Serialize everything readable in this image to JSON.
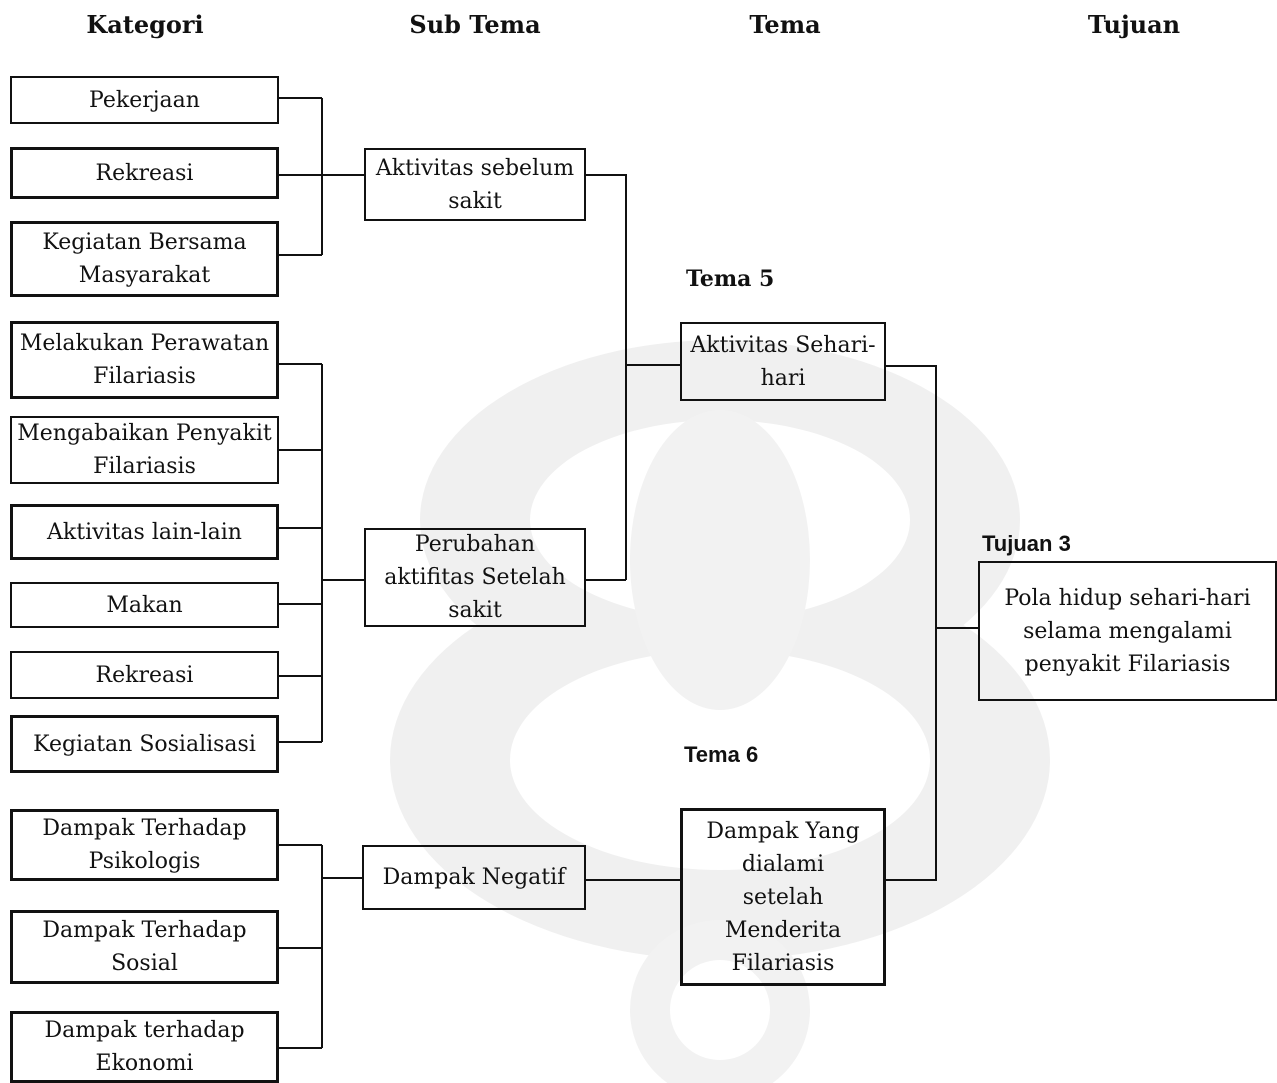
{
  "headers": {
    "kategori": "Kategori",
    "sub_tema": "Sub Tema",
    "tema": "Tema",
    "tujuan": "Tujuan"
  },
  "kategori": [
    "Pekerjaan",
    "Rekreasi",
    "Kegiatan Bersama Masyarakat",
    "Melakukan Perawatan Filariasis",
    "Mengabaikan Penyakit Filariasis",
    "Aktivitas lain-lain",
    "Makan",
    "Rekreasi",
    "Kegiatan Sosialisasi",
    "Dampak Terhadap Psikologis",
    "Dampak Terhadap Sosial",
    "Dampak terhadap Ekonomi"
  ],
  "sub_tema": [
    "Aktivitas sebelum sakit",
    "Perubahan aktifitas Setelah sakit",
    "Dampak Negatif"
  ],
  "tema": [
    {
      "label": "Tema 5",
      "text": "Aktivitas Sehari-hari"
    },
    {
      "label": "Tema 6",
      "text": "Dampak Yang dialami setelah Menderita Filariasis"
    }
  ],
  "tujuan": {
    "label": "Tujuan 3",
    "text": "Pola hidup sehari-hari selama mengalami penyakit Filariasis"
  }
}
